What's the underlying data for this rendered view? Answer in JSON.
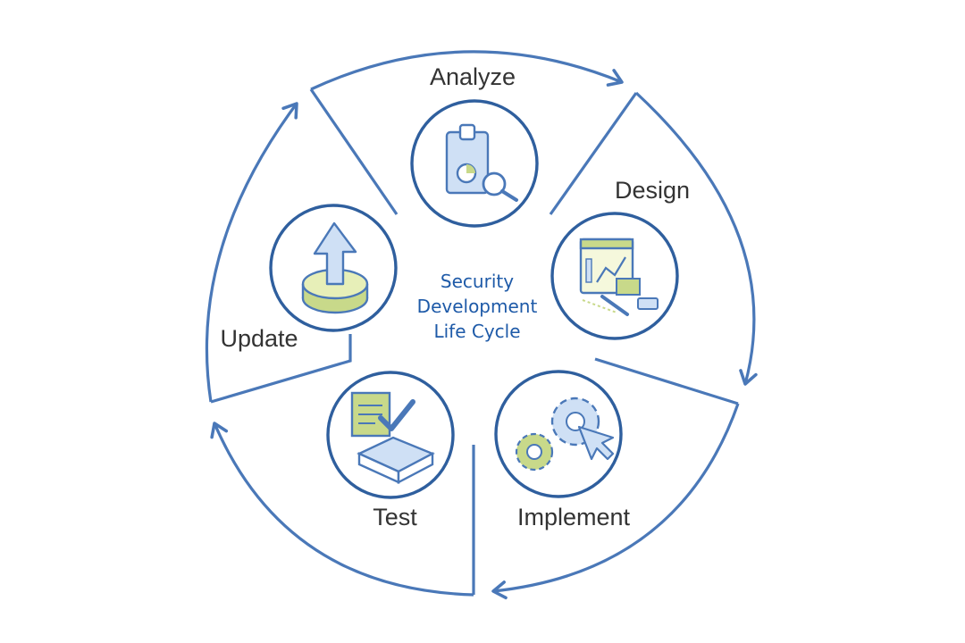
{
  "diagram": {
    "center_title": [
      "Security",
      "Development",
      "Life Cycle"
    ],
    "stages": [
      {
        "id": "analyze",
        "label": "Analyze",
        "icon": "clipboard-chart-magnifier-icon"
      },
      {
        "id": "design",
        "label": "Design",
        "icon": "browser-window-chart-pencil-icon"
      },
      {
        "id": "implement",
        "label": "Implement",
        "icon": "gears-cursor-icon"
      },
      {
        "id": "test",
        "label": "Test",
        "icon": "checklist-server-icon"
      },
      {
        "id": "update",
        "label": "Update",
        "icon": "upload-arrow-disk-icon"
      }
    ],
    "colors": {
      "ring_stroke": "#4a78b8",
      "center_text": "#1e5aa8",
      "label_text": "#333333",
      "icon_green": "#c8d98a",
      "icon_blue": "#cfe0f5"
    }
  }
}
